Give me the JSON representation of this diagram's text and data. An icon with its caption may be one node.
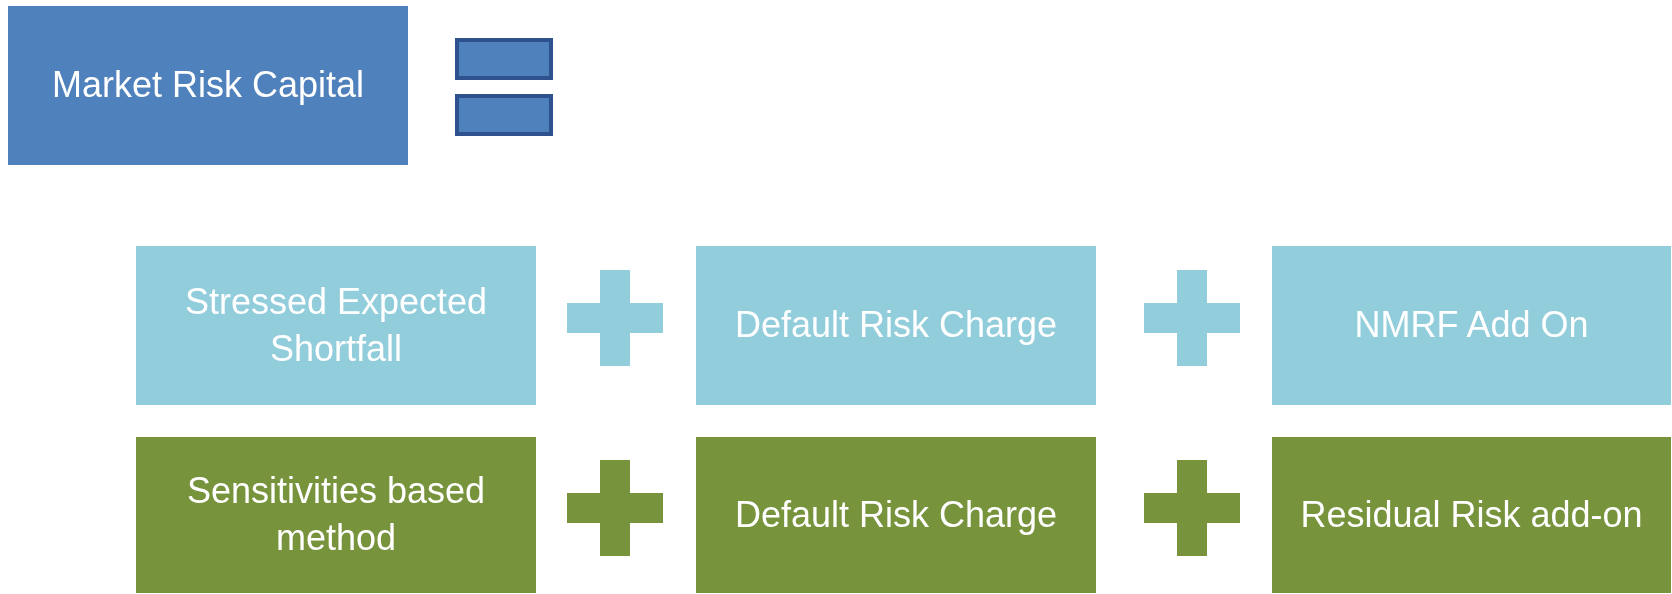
{
  "diagram": {
    "nodes": [
      {
        "text": [
          "Market Risk Capital"
        ]
      },
      {
        "text": [
          "Stressed Expected Shortfall"
        ]
      },
      {
        "text": [
          "Default Risk Charge"
        ]
      },
      {
        "text": [
          "NMRF Add On"
        ]
      },
      {
        "text": [
          "Sensitivities based method"
        ]
      },
      {
        "text": [
          "Default Risk Charge"
        ]
      },
      {
        "text": [
          "Residual Risk add-on"
        ]
      }
    ]
  }
}
